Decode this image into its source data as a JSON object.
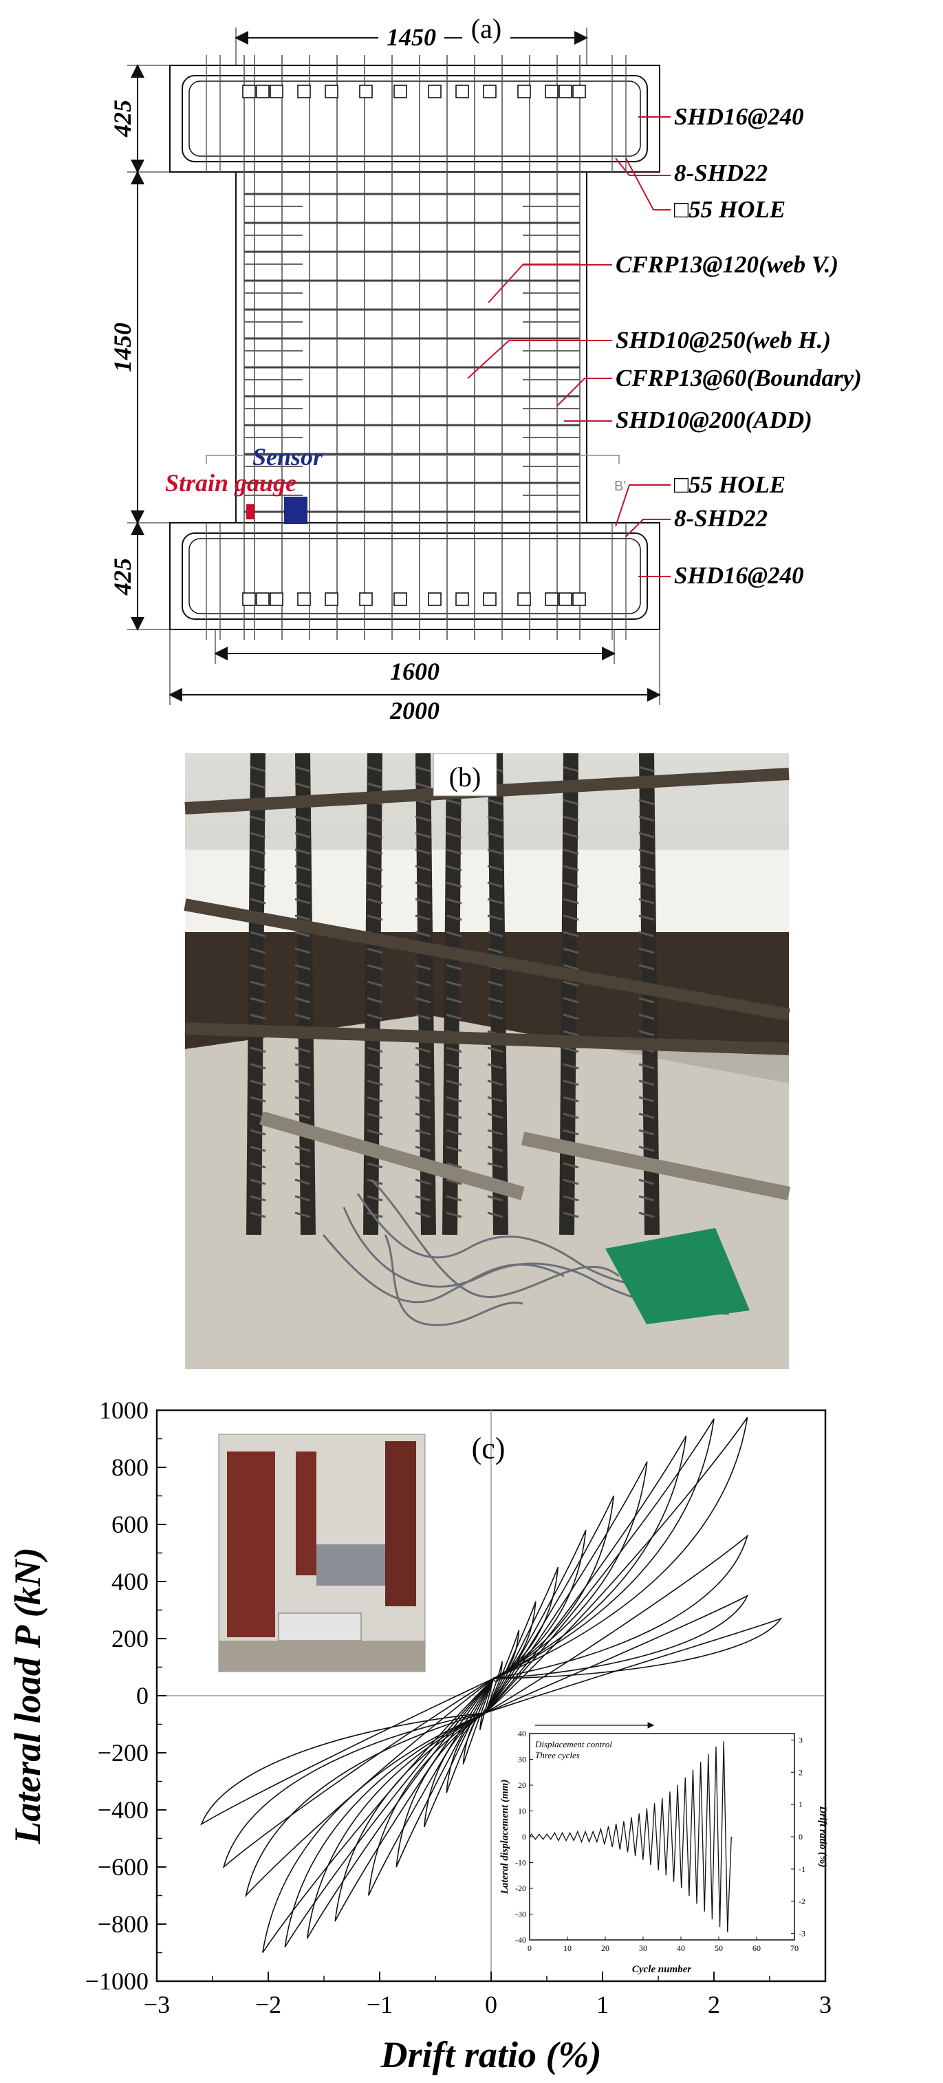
{
  "panel_a": {
    "label": "(a)",
    "dims": {
      "top_width": "1450",
      "top_height": "425",
      "web_height": "1450",
      "bottom_height": "425",
      "inner_width": "1600",
      "total_width": "2000"
    },
    "callouts": [
      "SHD16@240",
      "8-SHD22",
      "□55 HOLE",
      "CFRP13@120(web V.)",
      "SHD10@250(web H.)",
      "CFRP13@60(Boundary)",
      "SHD10@200(ADD)",
      "□55 HOLE",
      "8-SHD22",
      "SHD16@240"
    ],
    "sensor_label": "Sensor",
    "strain_label": "Strain gauge",
    "section_mark": "B'",
    "colors": {
      "sensor": "#1e2a8a",
      "strain": "#c8102e",
      "leader": "#c8102e"
    }
  },
  "panel_b": {
    "label": "(b)"
  },
  "panel_c": {
    "label": "(c)",
    "xlabel": "Drift ratio (%)",
    "ylabel": "Lateral load P (kN)",
    "xticks": [
      "-3",
      "-2",
      "-1",
      "0",
      "1",
      "2",
      "3"
    ],
    "yticks": [
      "1000",
      "800",
      "600",
      "400",
      "200",
      "0",
      "-200",
      "-400",
      "-600",
      "-800",
      "-1000"
    ],
    "inset": {
      "title_1": "Displacement control",
      "title_2": "Three cycles",
      "ylabel": "Lateral displacement (mm)",
      "y2label": "Drift ratio (%)",
      "xlabel": "Cycle number",
      "xticks": [
        "0",
        "10",
        "20",
        "30",
        "40",
        "50",
        "60",
        "70"
      ],
      "yticks": [
        "40",
        "30",
        "20",
        "10",
        "0",
        "-10",
        "-20",
        "-30",
        "-40"
      ],
      "y2ticks": [
        "3",
        "2",
        "1",
        "0",
        "-1",
        "-2",
        "-3"
      ]
    }
  },
  "chart_data": {
    "type": "line",
    "xlabel": "Drift ratio (%)",
    "ylabel": "Lateral load P (kN)",
    "xlim": [
      -3,
      3
    ],
    "ylim": [
      -1000,
      1000
    ],
    "grid": false,
    "loops": [
      {
        "xmax": 0.1,
        "ymax": 120,
        "xmin": -0.1,
        "ymin": -120
      },
      {
        "xmax": 0.25,
        "ymax": 230,
        "xmin": -0.25,
        "ymin": -240
      },
      {
        "xmax": 0.4,
        "ymax": 330,
        "xmin": -0.4,
        "ymin": -340
      },
      {
        "xmax": 0.6,
        "ymax": 450,
        "xmin": -0.6,
        "ymin": -460
      },
      {
        "xmax": 0.85,
        "ymax": 580,
        "xmin": -0.85,
        "ymin": -600
      },
      {
        "xmax": 1.1,
        "ymax": 700,
        "xmin": -1.1,
        "ymin": -700
      },
      {
        "xmax": 1.4,
        "ymax": 820,
        "xmin": -1.4,
        "ymin": -790
      },
      {
        "xmax": 1.75,
        "ymax": 910,
        "xmin": -1.65,
        "ymin": -850
      },
      {
        "xmax": 2.0,
        "ymax": 970,
        "xmin": -1.85,
        "ymin": -880
      },
      {
        "xmax": 2.3,
        "ymax": 975,
        "xmin": -2.05,
        "ymin": -900
      },
      {
        "xmax": 2.3,
        "ymax": 560,
        "xmin": -2.2,
        "ymin": -700
      },
      {
        "xmax": 2.3,
        "ymax": 350,
        "xmin": -2.4,
        "ymin": -600
      },
      {
        "xmax": 2.6,
        "ymax": 270,
        "xmin": -2.6,
        "ymin": -450
      }
    ],
    "inset_amplitudes": [
      1,
      1.5,
      2,
      3,
      4,
      5,
      6,
      7.5,
      9,
      11,
      13,
      15,
      17.5,
      20,
      23,
      26,
      29,
      32,
      35,
      37
    ],
    "inset_amplitude_unit": "mm"
  }
}
